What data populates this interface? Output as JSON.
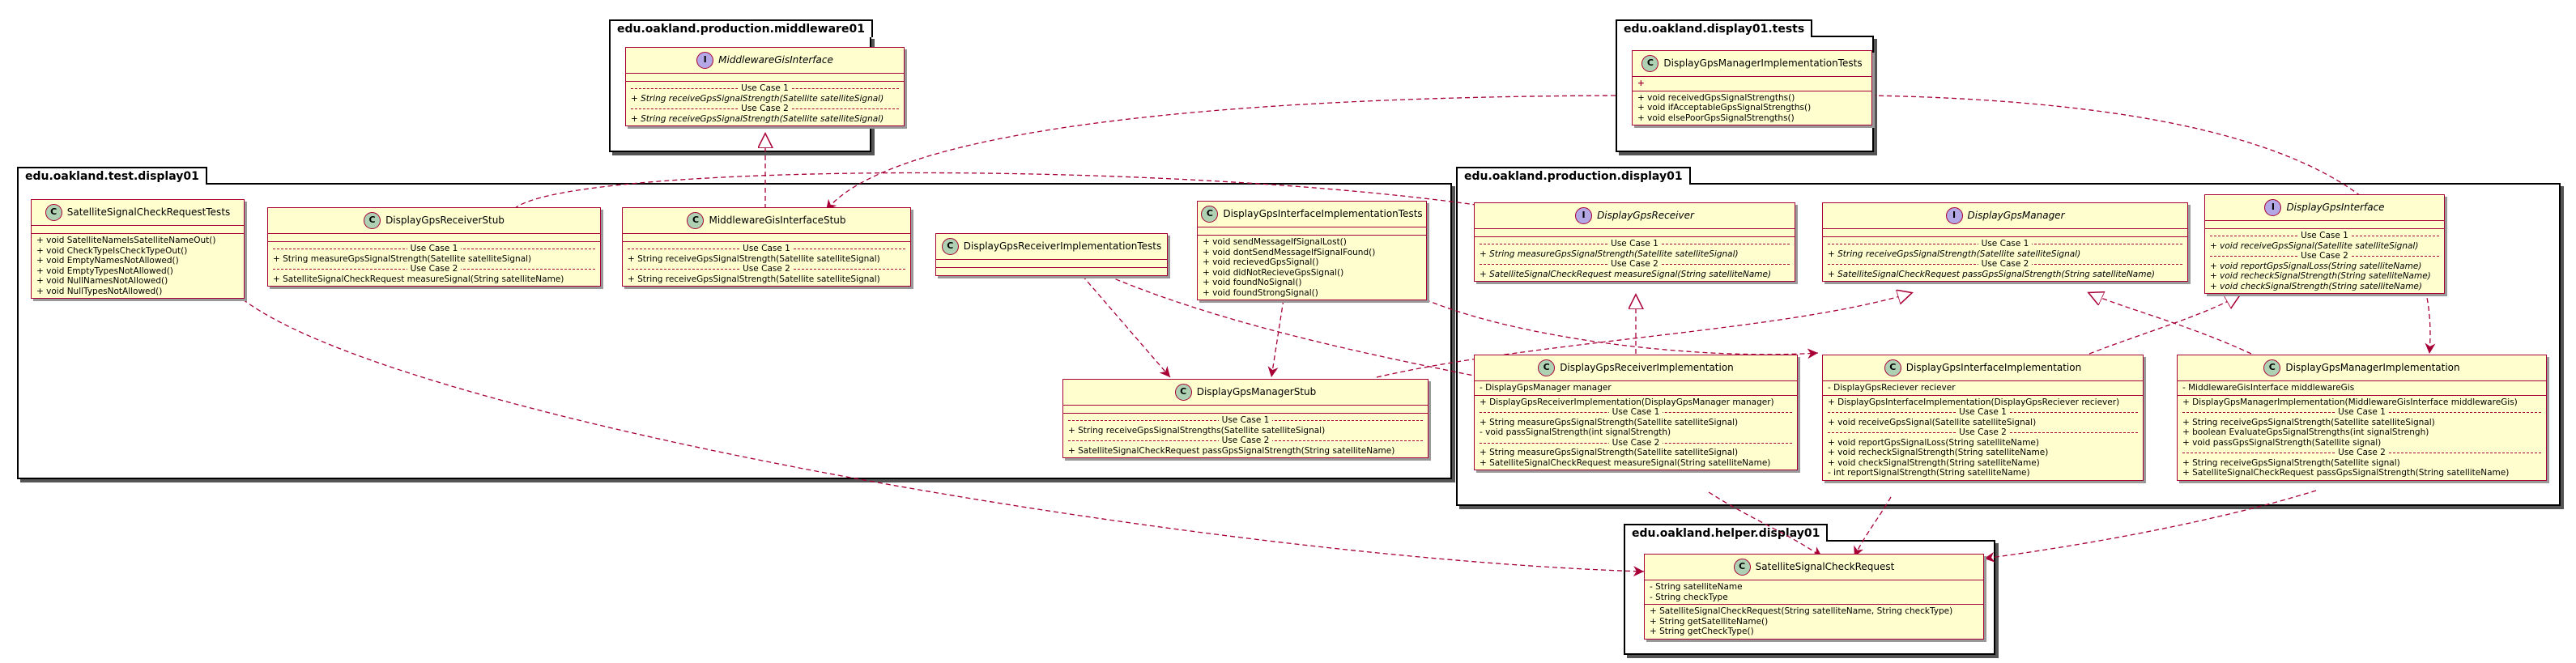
{
  "packages": {
    "middleware": "edu.oakland.production.middleware01",
    "tests": "edu.oakland.display01.tests",
    "test_display": "edu.oakland.test.display01",
    "production_display": "edu.oakland.production.display01",
    "helper": "edu.oakland.helper.display01"
  },
  "stereotypes": {
    "class": "C",
    "interface": "I"
  },
  "classes": {
    "middleware_gis_interface": {
      "name": "MiddlewareGisInterface",
      "uc1": "Use Case 1",
      "m1": "+ String receiveGpsSignalStrength(Satellite satelliteSignal)",
      "uc2": "Use Case 2",
      "m2": "+ String receiveGpsSignalStrength(Satellite satelliteSignal)"
    },
    "dgm_impl_tests": {
      "name": "DisplayGpsManagerImplementationTests",
      "field": "+",
      "m1": "+ void receivedGpsSignalStrengths()",
      "m2": "+ void ifAcceptableGpsSignalStrengths()",
      "m3": "+ void elsePoorGpsSignalStrengths()"
    },
    "satellite_tests": {
      "name": "SatelliteSignalCheckRequestTests",
      "m1": "+ void SatelliteNameIsSatelliteNameOut()",
      "m2": "+ void CheckTypeIsCheckTypeOut()",
      "m3": "+ void EmptyNamesNotAllowed()",
      "m4": "+ void EmptyTypesNotAllowed()",
      "m5": "+ void NullNamesNotAllowed()",
      "m6": "+ void NullTypesNotAllowed()"
    },
    "receiver_stub": {
      "name": "DisplayGpsReceiverStub",
      "uc1": "Use Case 1",
      "m1": "+ String measureGpsSignalStrength(Satellite satelliteSignal)",
      "uc2": "Use Case 2",
      "m2": "+ SatelliteSignalCheckRequest measureSignal(String satelliteName)"
    },
    "middleware_stub": {
      "name": "MiddlewareGisInterfaceStub",
      "uc1": "Use Case 1",
      "m1": "+ String receiveGpsSignalStrength(Satellite satelliteSignal)",
      "uc2": "Use Case 2",
      "m2": "+ String receiveGpsSignalStrength(Satellite satelliteSignal)"
    },
    "receiver_impl_tests": {
      "name": "DisplayGpsReceiverImplementationTests"
    },
    "iface_impl_tests": {
      "name": "DisplayGpsInterfaceImplementationTests",
      "m1": "+ void sendMessageIfSignalLost()",
      "m2": "+ void dontSendMessageIfSignalFound()",
      "m3": "+ void recievedGpsSignal()",
      "m4": "+ void didNotRecieveGpsSignal()",
      "m5": "+ void foundNoSignal()",
      "m6": "+ void foundStrongSignal()"
    },
    "manager_stub": {
      "name": "DisplayGpsManagerStub",
      "uc1": "Use Case 1",
      "m1": "+ String receiveGpsSignalStrengths(Satellite satelliteSignal)",
      "uc2": "Use Case 2",
      "m2": "+ SatelliteSignalCheckRequest passGpsSignalStrength(String satelliteName)"
    },
    "display_gps_receiver": {
      "name": "DisplayGpsReceiver",
      "uc1": "Use Case 1",
      "m1": "+ String measureGpsSignalStrength(Satellite satelliteSignal)",
      "uc2": "Use Case 2",
      "m2": "+ SatelliteSignalCheckRequest measureSignal(String satelliteName)"
    },
    "display_gps_manager": {
      "name": "DisplayGpsManager",
      "uc1": "Use Case 1",
      "m1": "+ String receiveGpsSignalStrength(Satellite satelliteSignal)",
      "uc2": "Use Case 2",
      "m2": "+ SatelliteSignalCheckRequest passGpsSignalStrength(String satelliteName)"
    },
    "display_gps_interface": {
      "name": "DisplayGpsInterface",
      "uc1": "Use Case 1",
      "m1": "+ void receiveGpsSignal(Satellite satelliteSignal)",
      "uc2": "Use Case 2",
      "m2": "+ void reportGpsSignalLoss(String satelliteName)",
      "m3": "+ void recheckSignalStrength(String satelliteName)",
      "m4": "+ void checkSignalStrength(String satelliteName)"
    },
    "receiver_impl": {
      "name": "DisplayGpsReceiverImplementation",
      "field": "- DisplayGpsManager manager",
      "ctor": "+ DisplayGpsReceiverImplementation(DisplayGpsManager manager)",
      "uc1": "Use Case 1",
      "m1": "+ String measureGpsSignalStrength(Satellite satelliteSignal)",
      "m2": "- void passSignalStrength(int signalStrength)",
      "uc2": "Use Case 2",
      "m3": "+ String measureGpsSignalStrength(Satellite satelliteSignal)",
      "m4": "+ SatelliteSignalCheckRequest measureSignal(String satelliteName)"
    },
    "iface_impl": {
      "name": "DisplayGpsInterfaceImplementation",
      "field": "- DisplayGpsReciever reciever",
      "ctor": "+ DisplayGpsInterfaceImplementation(DisplayGpsReciever reciever)",
      "uc1": "Use Case 1",
      "m1": "+ void receiveGpsSignal(Satellite satelliteSignal)",
      "uc2": "Use Case 2",
      "m2": "+ void reportGpsSignalLoss(String satelliteName)",
      "m3": "+ void recheckSignalStrength(String satelliteName)",
      "m4": "+ void checkSignalStrength(String satelliteName)",
      "m5": "- int reportSignalStrength(String satelliteName)"
    },
    "manager_impl": {
      "name": "DisplayGpsManagerImplementation",
      "field": "- MiddlewareGisInterface middlewareGis",
      "ctor": "+ DisplayGpsManagerImplementation(MiddlewareGisInterface middlewareGis)",
      "uc1": "Use Case 1",
      "m1": "+ String receiveGpsSignalStrength(Satellite satelliteSignal)",
      "m2": "+ boolean EvaluateGpsSignalStrengths(int signalStrengh)",
      "m3": "+ void passGpsSignalStrength(Satellite signal)",
      "uc2": "Use Case 2",
      "m4": "+ String receiveGpsSignalStrength(Satellite signal)",
      "m5": "+ SatelliteSignalCheckRequest passGpsSignalStrength(String satelliteName)"
    },
    "satellite_request": {
      "name": "SatelliteSignalCheckRequest",
      "f1": "- String satelliteName",
      "f2": "- String checkType",
      "m1": "+ SatelliteSignalCheckRequest(String satelliteName, String checkType)",
      "m2": "+ String getSatelliteName()",
      "m3": "+ String getCheckType()"
    }
  },
  "colors": {
    "class_fill": "#fefece",
    "class_border": "#a80036",
    "class_badge": "#add1b2",
    "interface_badge": "#b4a7e5",
    "edge": "#a80036"
  }
}
